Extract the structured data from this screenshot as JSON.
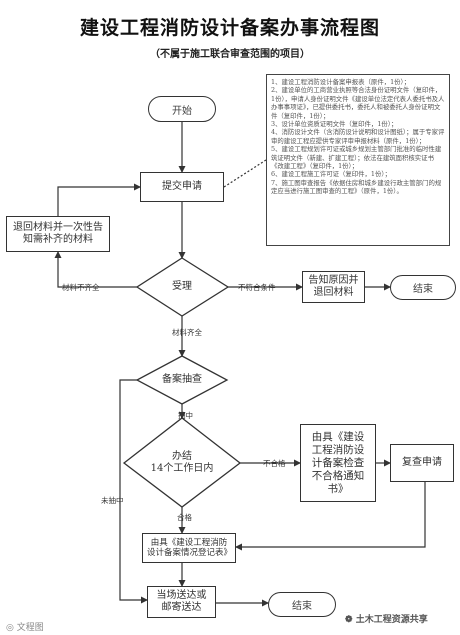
{
  "title": "建设工程消防设计备案办事流程图",
  "subtitle": "（不属于施工联合审查范围的项目）",
  "nodes": {
    "start": "开始",
    "submit": "提交申请",
    "return_materials": "退回材料并一次性告知需补齐的材料",
    "accept": "受理",
    "notify_reason": "告知原因并退回材料",
    "end_top": "结束",
    "spot_check": "备案抽查",
    "complete_days": "办结\n14个工作日内",
    "issue_notice": "由具《建设工程消防设计备案检查不合格通知书》",
    "reapply": "复查申请",
    "issue_record": "由具《建设工程消防设计备案情况登记表》",
    "deliver": "当场送达或邮寄送达",
    "end_bottom": "结束"
  },
  "labels": {
    "materials_incomplete": "材料不齐全",
    "not_qualified_accept": "不符合条件",
    "materials_complete": "材料齐全",
    "selected": "抽中",
    "not_selected": "未抽中",
    "unqualified": "不合格",
    "qualified": "合格"
  },
  "notes": [
    "1、建设工程消防设计备案申报表（原件，1份）；",
    "2、建设单位的工商营业执照等合法身份证明文件（复印件，1份），申请人身份证明文件《建设单位法定代表人委托书及人办事事项证》，已提供委托书，委托人和被委托人身份证明文件（复印件，1份）；",
    "3、设计单位资质证明文件（复印件，1份）；",
    "4、消防设计文件（含消防设计说明和设计图纸）；属于专家评审的建设工程应提供专家评审申报材料（原件，1份）；",
    "5、建设工程规划许可证或城乡规划主管部门批准的临时性建筑证明文件（新建、扩建工程）；依法在建筑面积核实证书《改建工程》（复印件，1份）；",
    "6、建设工程施工许可证（复印件，1份）；",
    "7、施工图审查报告《依据住房和城乡建设行政主管部门的规定应当进行施工图审查的工程》（原件，1份）。"
  ],
  "watermarks": {
    "left": "文程图",
    "right": "土木工程资源共享"
  }
}
